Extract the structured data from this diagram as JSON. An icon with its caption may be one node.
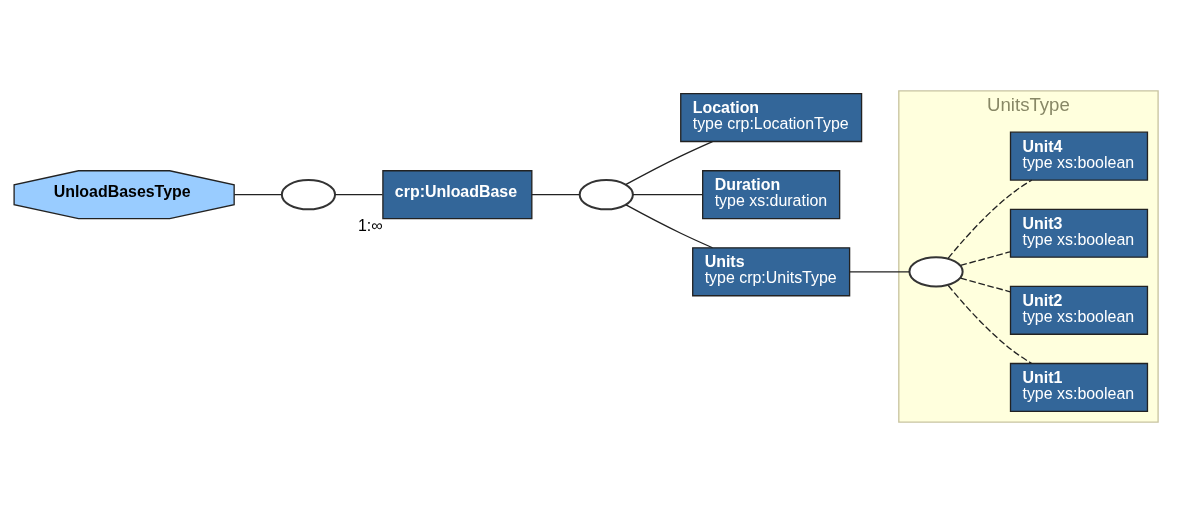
{
  "diagram": {
    "nodes": [
      {
        "text": [
          "UnloadBasesType"
        ]
      },
      {
        "text": [],
        "shape": "oval"
      },
      {
        "text": [
          "crp:UnloadBase"
        ],
        "beside": [
          "1:∞"
        ]
      },
      {
        "text": [],
        "shape": "oval"
      },
      {
        "text": [
          "Location",
          "type crp:LocationType"
        ]
      },
      {
        "text": [
          "Duration",
          "type xs:duration"
        ]
      },
      {
        "text": [
          "Units",
          "type crp:UnitsType"
        ]
      },
      {
        "text": [
          "UnitsType"
        ]
      },
      {
        "text": [],
        "shape": "oval",
        "in": 7
      },
      {
        "text": [
          "Unit1",
          "type xs:boolean"
        ],
        "in": 7
      },
      {
        "text": [
          "Unit2",
          "type xs:boolean"
        ],
        "in": 7
      },
      {
        "text": [
          "Unit3",
          "type xs:boolean"
        ],
        "in": 7
      },
      {
        "text": [
          "Unit4",
          "type xs:boolean"
        ],
        "in": 7
      }
    ],
    "edges": [
      {
        "from": 0,
        "to": 1,
        "arrow": "none"
      },
      {
        "from": 1,
        "to": 2,
        "arrow": "none"
      },
      {
        "from": 2,
        "to": 3,
        "arrow": "none"
      },
      {
        "from": 3,
        "to": 4,
        "arrow": "none"
      },
      {
        "from": 3,
        "to": 5,
        "arrow": "none"
      },
      {
        "from": 3,
        "to": 6,
        "arrow": "none"
      },
      {
        "from": 6,
        "to": 8,
        "arrow": "none"
      },
      {
        "from": 8,
        "to": 9,
        "arrow": "none",
        "style": "dashed"
      },
      {
        "from": 8,
        "to": 10,
        "arrow": "none",
        "style": "dashed"
      },
      {
        "from": 8,
        "to": 11,
        "arrow": "none",
        "style": "dashed"
      },
      {
        "from": 8,
        "to": 12,
        "arrow": "none",
        "style": "dashed"
      }
    ]
  }
}
